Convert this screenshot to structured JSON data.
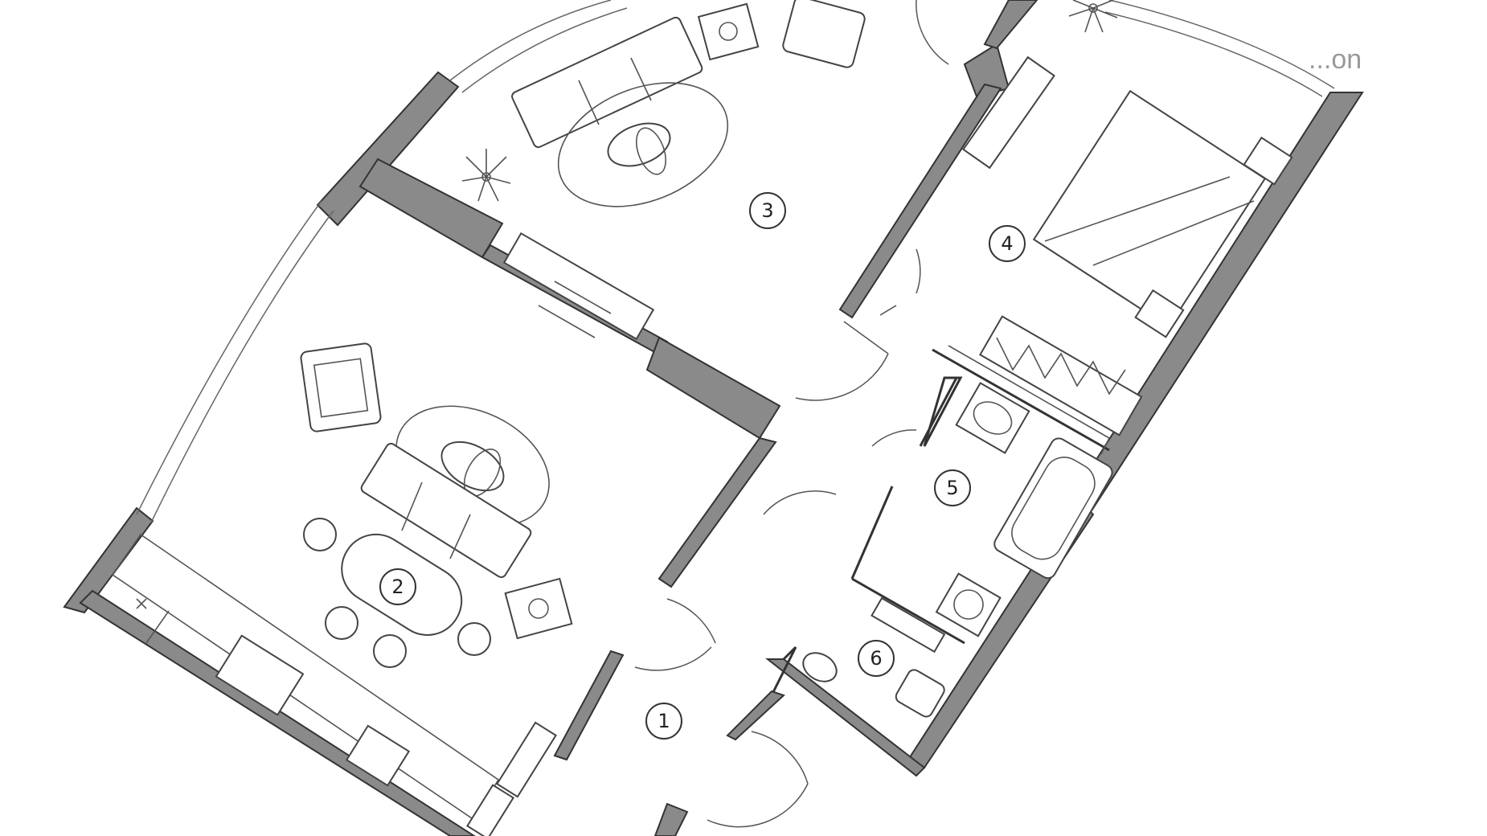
{
  "rooms": [
    {
      "id": "1",
      "label": "1"
    },
    {
      "id": "2",
      "label": "2"
    },
    {
      "id": "3",
      "label": "3"
    },
    {
      "id": "4",
      "label": "4"
    },
    {
      "id": "5",
      "label": "5"
    },
    {
      "id": "6",
      "label": "6"
    }
  ],
  "watermark": {
    "text": "...on"
  },
  "colors": {
    "wall_fill": "#8a8a8a",
    "line": "#333333",
    "background": "#ffffff"
  }
}
